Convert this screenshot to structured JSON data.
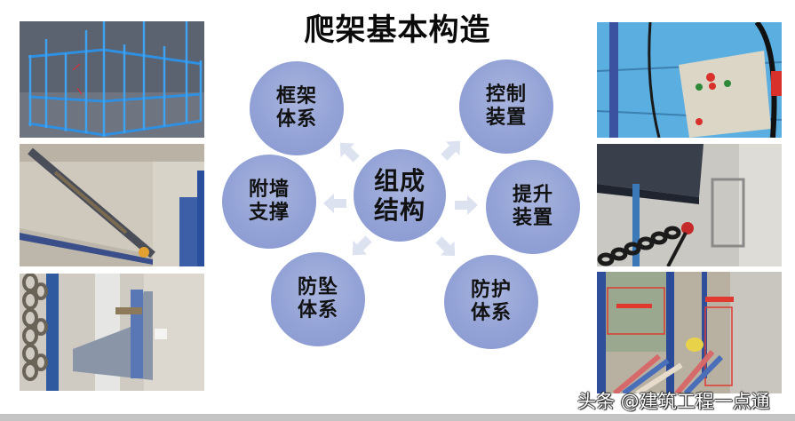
{
  "slide": {
    "title": "爬架基本构造",
    "center_node": {
      "line1": "组成",
      "line2": "结构"
    },
    "nodes": [
      {
        "id": "frame",
        "line1": "框架",
        "line2": "体系"
      },
      {
        "id": "control",
        "line1": "控制",
        "line2": "装置"
      },
      {
        "id": "wall-support",
        "line1": "附墙",
        "line2": "支撑"
      },
      {
        "id": "lifting",
        "line1": "提升",
        "line2": "装置"
      },
      {
        "id": "anti-fall",
        "line1": "防坠",
        "line2": "体系"
      },
      {
        "id": "protection",
        "line1": "防护",
        "line2": "体系"
      }
    ],
    "photos_left": [
      {
        "subject": "blue-steel-frame-3d-render"
      },
      {
        "subject": "wall-attached-support-rod"
      },
      {
        "subject": "anti-fall-bracket-with-chain"
      }
    ],
    "photos_right": [
      {
        "subject": "electric-control-box"
      },
      {
        "subject": "lifting-chain-hoist"
      },
      {
        "subject": "protective-mesh-with-red-labels"
      }
    ],
    "watermark": "头条 @建筑工程一点通"
  },
  "colors": {
    "circle_fill": "#93a2d6",
    "arrow_fill": "#dde2f1",
    "title_text": "#0a0a0a",
    "bottom_bar": "#c4c4c4"
  }
}
